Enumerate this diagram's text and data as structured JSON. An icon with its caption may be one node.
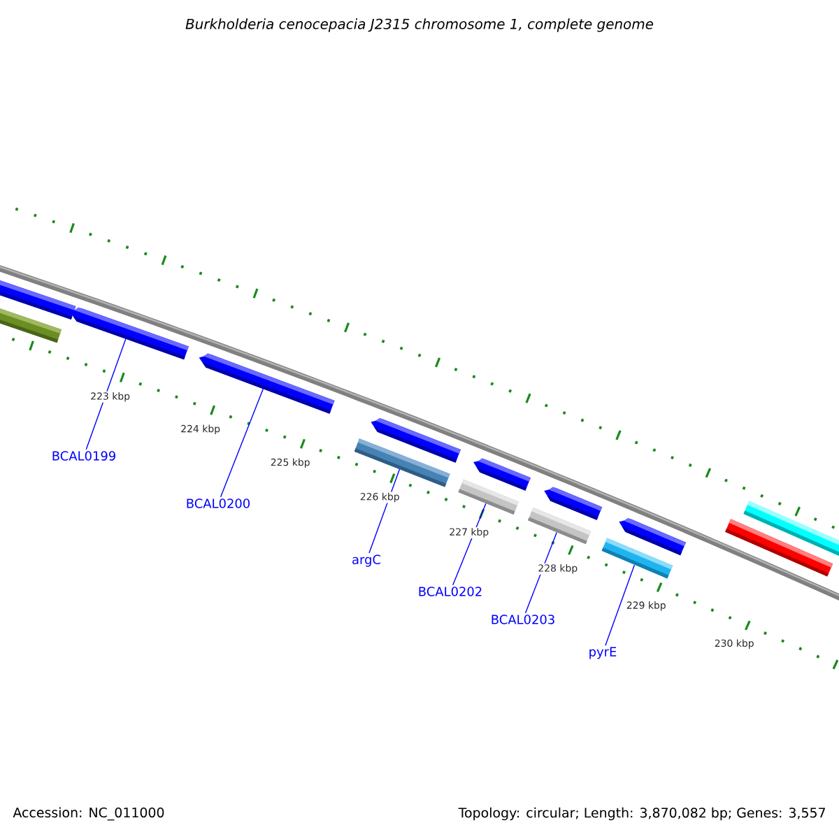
{
  "diagram": {
    "title": "Burkholderia cenocepacia J2315 chromosome 1, complete genome",
    "nodes": [
      {
        "text": [],
        "shape": "pentagon"
      },
      {
        "text": [],
        "shape": "bar"
      },
      {
        "text": [],
        "shape": "pentagon"
      },
      {
        "text": [],
        "shape": "pentagon"
      },
      {
        "text": [],
        "shape": "pentagon"
      },
      {
        "text": [],
        "shape": "bar"
      },
      {
        "text": [],
        "shape": "pentagon"
      },
      {
        "text": [],
        "shape": "bar"
      },
      {
        "text": [],
        "shape": "pentagon"
      },
      {
        "text": [],
        "shape": "bar"
      },
      {
        "text": [],
        "shape": "pentagon"
      },
      {
        "text": [],
        "shape": "bar"
      },
      {
        "text": [],
        "shape": "bar"
      },
      {
        "text": [],
        "shape": "bar"
      },
      {
        "text": [
          "BCAL0199"
        ]
      },
      {
        "text": [
          "BCAL0200"
        ]
      },
      {
        "text": [
          "argC"
        ]
      },
      {
        "text": [
          "BCAL0202"
        ]
      },
      {
        "text": [
          "BCAL0203"
        ]
      },
      {
        "text": [
          "pyrE"
        ]
      }
    ],
    "edges": [
      {
        "from": 14,
        "to": 2,
        "arrow": "none"
      },
      {
        "from": 15,
        "to": 3,
        "arrow": "none"
      },
      {
        "from": 16,
        "to": 5,
        "arrow": "none"
      },
      {
        "from": 17,
        "to": 7,
        "arrow": "none"
      },
      {
        "from": 18,
        "to": 9,
        "arrow": "none"
      },
      {
        "from": 19,
        "to": 11,
        "arrow": "none"
      }
    ],
    "labels": [
      "223 kbp",
      "224 kbp",
      "225 kbp",
      "226 kbp",
      "227 kbp",
      "228 kbp",
      "229 kbp",
      "230 kbp",
      "Accession: NC_011000",
      "Topology: circular; Length: 3,870,082 bp; Genes: 3,557"
    ]
  }
}
